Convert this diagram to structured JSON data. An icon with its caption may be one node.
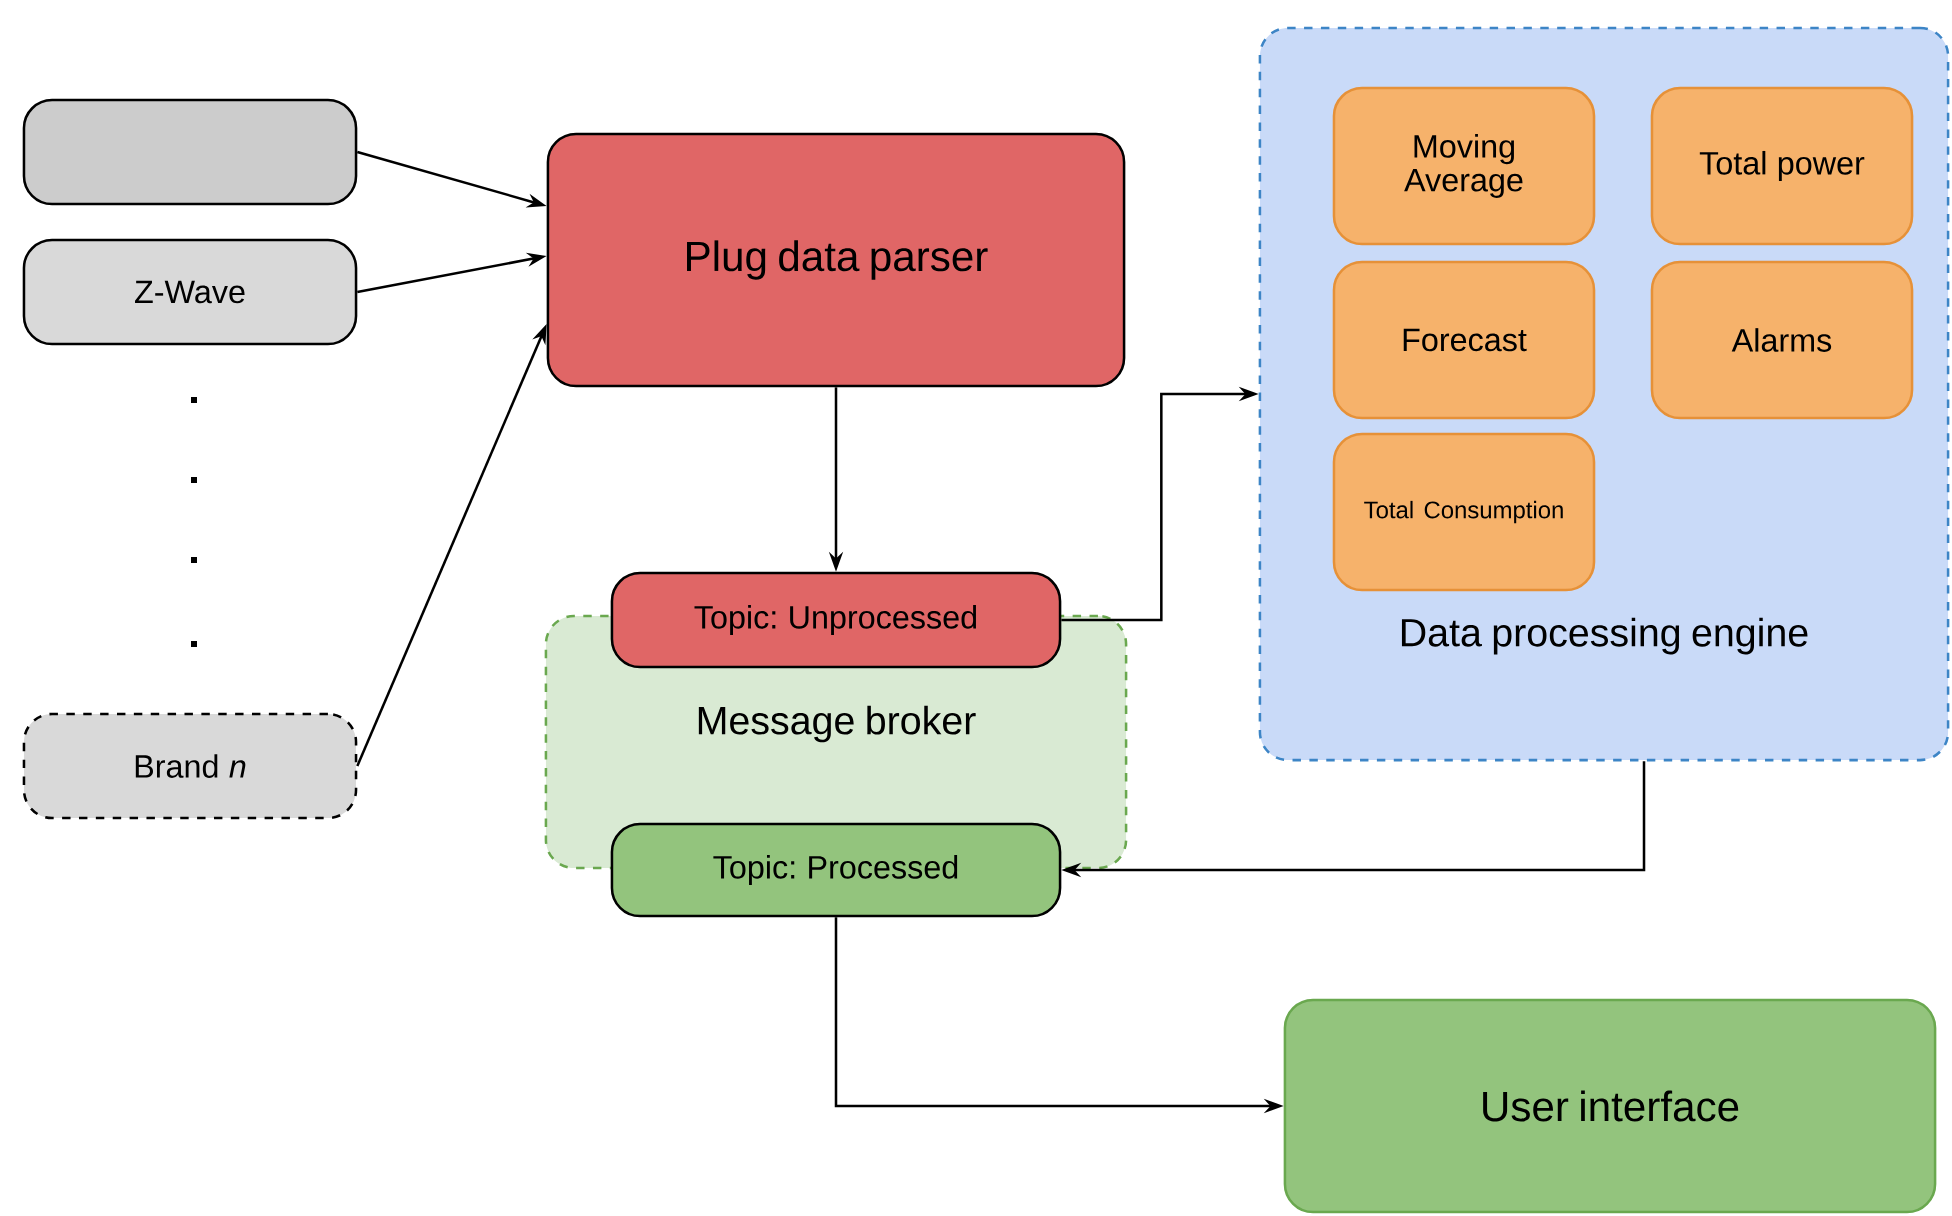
{
  "diagram": {
    "nodes": [
      {
        "text": [],
        "shape": "box"
      },
      {
        "text": [
          "Z-Wave"
        ]
      },
      {
        "text": [
          "Brand *n*"
        ]
      },
      {
        "text": [
          "Plug data parser"
        ]
      },
      {
        "text": [
          "Message broker"
        ]
      },
      {
        "text": [
          "Topic: Unprocessed"
        ]
      },
      {
        "text": [
          "Topic: Processed"
        ]
      },
      {
        "text": [
          "Data processing engine"
        ]
      },
      {
        "text": [
          "Moving Average"
        ],
        "in": 7
      },
      {
        "text": [
          "Total power"
        ],
        "in": 7
      },
      {
        "text": [
          "Forecast"
        ],
        "in": 7
      },
      {
        "text": [
          "Alarms"
        ],
        "in": 7
      },
      {
        "text": [
          "Total Consumption"
        ],
        "in": 7
      },
      {
        "text": [
          "User interface"
        ]
      }
    ],
    "edges": [
      {
        "from": 0,
        "to": 3,
        "arrow": "to"
      },
      {
        "from": 1,
        "to": 3,
        "arrow": "to"
      },
      {
        "from": 2,
        "to": 3,
        "arrow": "to"
      },
      {
        "from": 3,
        "to": 5,
        "arrow": "to"
      },
      {
        "from": 5,
        "to": 7,
        "arrow": "to"
      },
      {
        "from": 7,
        "to": 6,
        "arrow": "to"
      },
      {
        "from": 6,
        "to": 13,
        "arrow": "to"
      }
    ]
  }
}
